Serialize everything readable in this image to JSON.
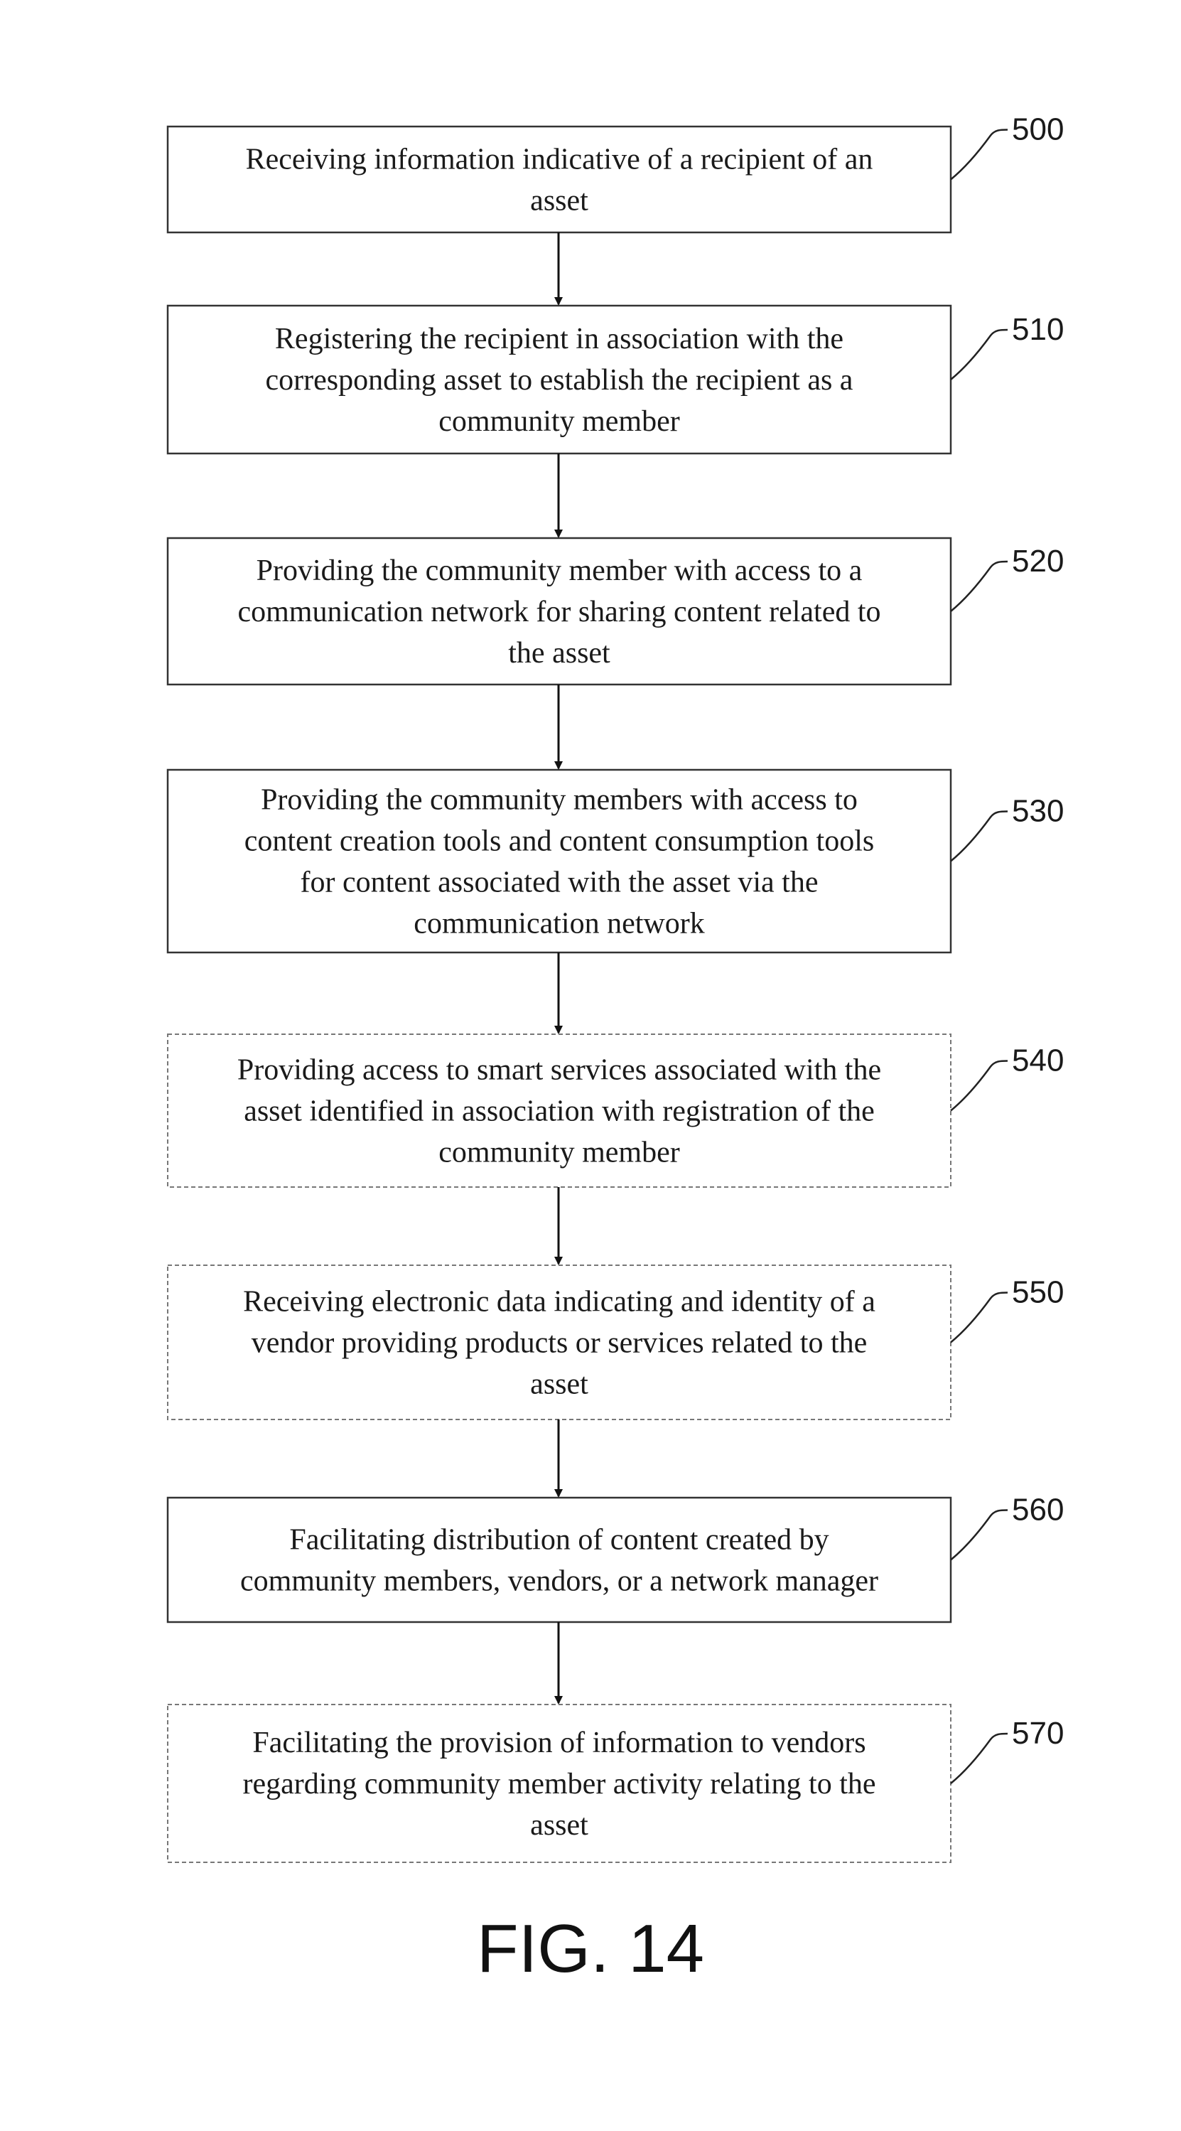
{
  "figure": {
    "caption": "FIG. 14",
    "steps": [
      {
        "ref": "500",
        "style": "solid",
        "lines": [
          "Receiving information indicative of a recipient of an",
          "asset"
        ]
      },
      {
        "ref": "510",
        "style": "solid",
        "lines": [
          "Registering the recipient in association with the",
          "corresponding asset to establish the recipient as a",
          "community member"
        ]
      },
      {
        "ref": "520",
        "style": "solid",
        "lines": [
          "Providing the community member with access to a",
          "communication network for sharing content related to",
          "the asset"
        ]
      },
      {
        "ref": "530",
        "style": "solid",
        "lines": [
          "Providing the community members with access to",
          "content creation tools and content consumption tools",
          "for content associated with the asset via the",
          "communication network"
        ]
      },
      {
        "ref": "540",
        "style": "dashed",
        "lines": [
          "Providing access to smart services associated with the",
          "asset identified in association with registration of the",
          "community member"
        ]
      },
      {
        "ref": "550",
        "style": "dashed",
        "lines": [
          "Receiving electronic data indicating and identity of a",
          "vendor providing products or services related to the",
          "asset"
        ]
      },
      {
        "ref": "560",
        "style": "solid",
        "lines": [
          "Facilitating distribution of content created by",
          "community members, vendors, or a network manager"
        ]
      },
      {
        "ref": "570",
        "style": "dashed",
        "lines": [
          "Facilitating the provision of information to vendors",
          "regarding community member activity relating to the",
          "asset"
        ]
      }
    ]
  }
}
